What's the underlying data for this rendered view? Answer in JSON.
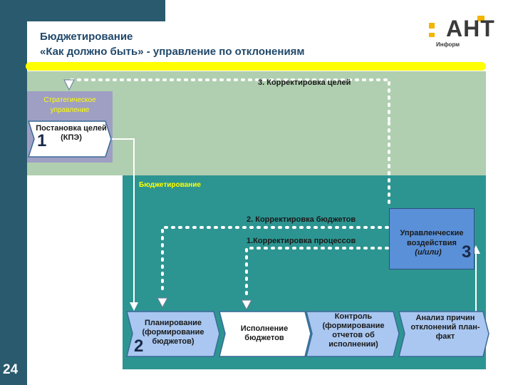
{
  "header": {
    "title_line1": "Бюджетирование",
    "title_line2": "«Как должно быть» - управление по отклонениям"
  },
  "logo": {
    "text": "АНТ",
    "subtext": "Информ"
  },
  "areas": {
    "strategic_label": "Стратегическое управление",
    "budget_label": "Бюджетирование"
  },
  "steps": {
    "goal_setting": {
      "label": "Постановка целей (КПЭ)",
      "number": "1"
    },
    "planning": {
      "label": "Планирование (формирование бюджетов)",
      "number": "2"
    },
    "execution": {
      "label": "Исполнение бюджетов"
    },
    "control": {
      "label": "Контроль (формирование отчетов об исполнении)"
    },
    "analysis": {
      "label": "Анализ причин отклонений план-факт"
    },
    "management": {
      "label": "Управленческие воздействия",
      "sublabel": "(и/или)",
      "number": "3"
    }
  },
  "feedback": {
    "goals_correction": "3. Корректировка целей",
    "budgets_correction": "2. Корректировка бюджетов",
    "process_correction": "1.Корректировка процессов"
  },
  "page_number": "24",
  "colors": {
    "sidebar": "#2a5a6e",
    "highlight": "#ffff00",
    "strategic_area": "#b0cfb0",
    "budget_area": "#2d9591",
    "management_box": "#5a90d8",
    "title_text": "#20486a"
  }
}
